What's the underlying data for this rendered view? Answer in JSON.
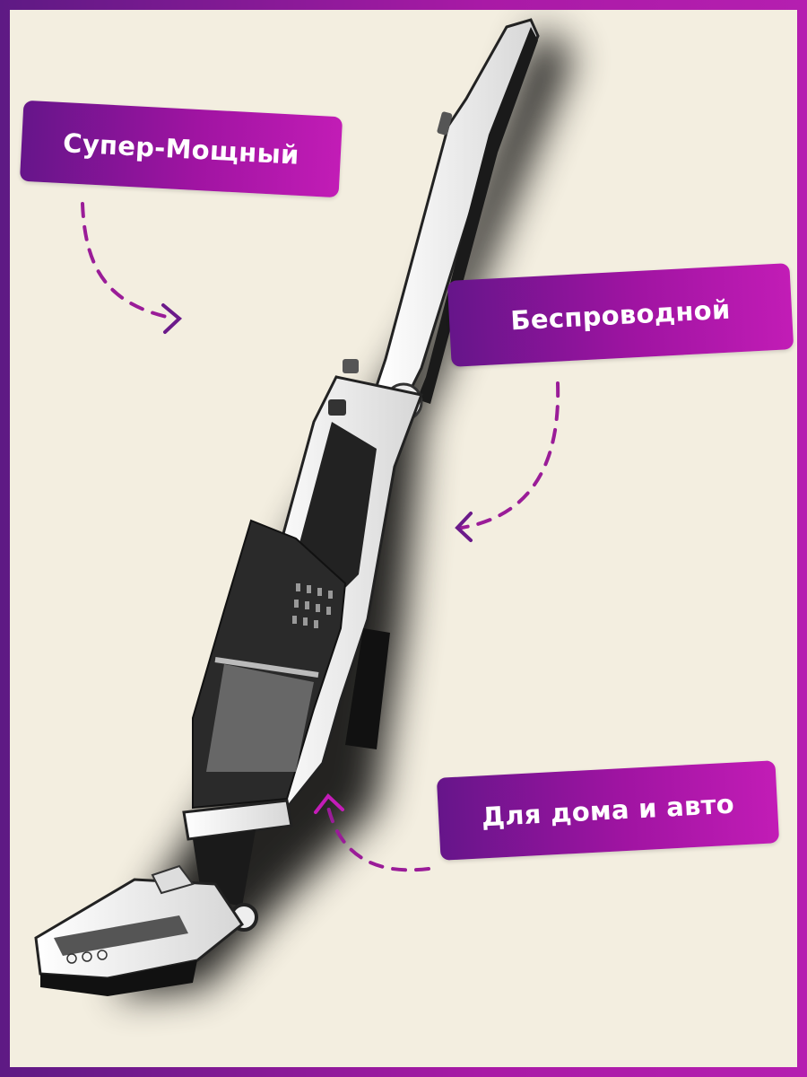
{
  "labels": {
    "super_powerful": "Супер-Мощный",
    "cordless": "Беспроводной",
    "home_and_car": "Для дома и авто"
  },
  "colors": {
    "frame": "#8a1a9c",
    "background": "#f3eee0",
    "label_gradient_start": "#66158a",
    "label_gradient_end": "#c21cb6",
    "arrow": "#9a1c98"
  }
}
